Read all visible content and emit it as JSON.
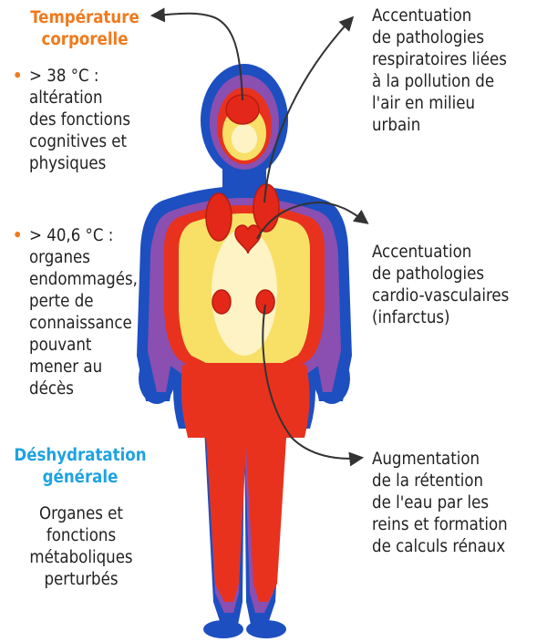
{
  "left": {
    "temperature_heading": [
      "Température",
      "corporelle"
    ],
    "items": [
      {
        "bullet": "•",
        "lines": [
          "> 38 °C :",
          "altération",
          "des fonctions",
          "cognitives et",
          "physiques"
        ]
      },
      {
        "bullet": "•",
        "lines": [
          "> 40,6 °C :",
          "organes",
          "endommagés,",
          "perte de",
          "connaissance",
          "pouvant",
          "mener au",
          "décès"
        ]
      }
    ],
    "dehydration_heading": [
      "Déshydratation",
      "générale"
    ],
    "dehydration_text": [
      "Organes et",
      "fonctions",
      "métaboliques",
      "perturbés"
    ]
  },
  "right": {
    "respiratory": [
      "Accentuation",
      "de pathologies",
      "respiratoires liées",
      "à la pollution de",
      "l'air en milieu",
      "urbain"
    ],
    "cardio": [
      "Accentuation",
      "de pathologies",
      "cardio-vasculaires",
      "(infarctus)"
    ],
    "kidney": [
      "Augmentation",
      "de la rétention",
      "de l'eau par les",
      "reins et formation",
      "de calculs rénaux"
    ]
  },
  "colors": {
    "orange": "#f07a1e",
    "blue": "#1fa3e0",
    "body_outer": "#1d4fc0",
    "body_purple": "#8a4fb0",
    "body_red": "#e8321e",
    "body_yellow": "#f8e067",
    "body_cream": "#fdf3c4",
    "organ_red": "#e3281a",
    "arrow": "#333333"
  },
  "icons": [
    "human-body-heatmap",
    "curved-arrow"
  ]
}
